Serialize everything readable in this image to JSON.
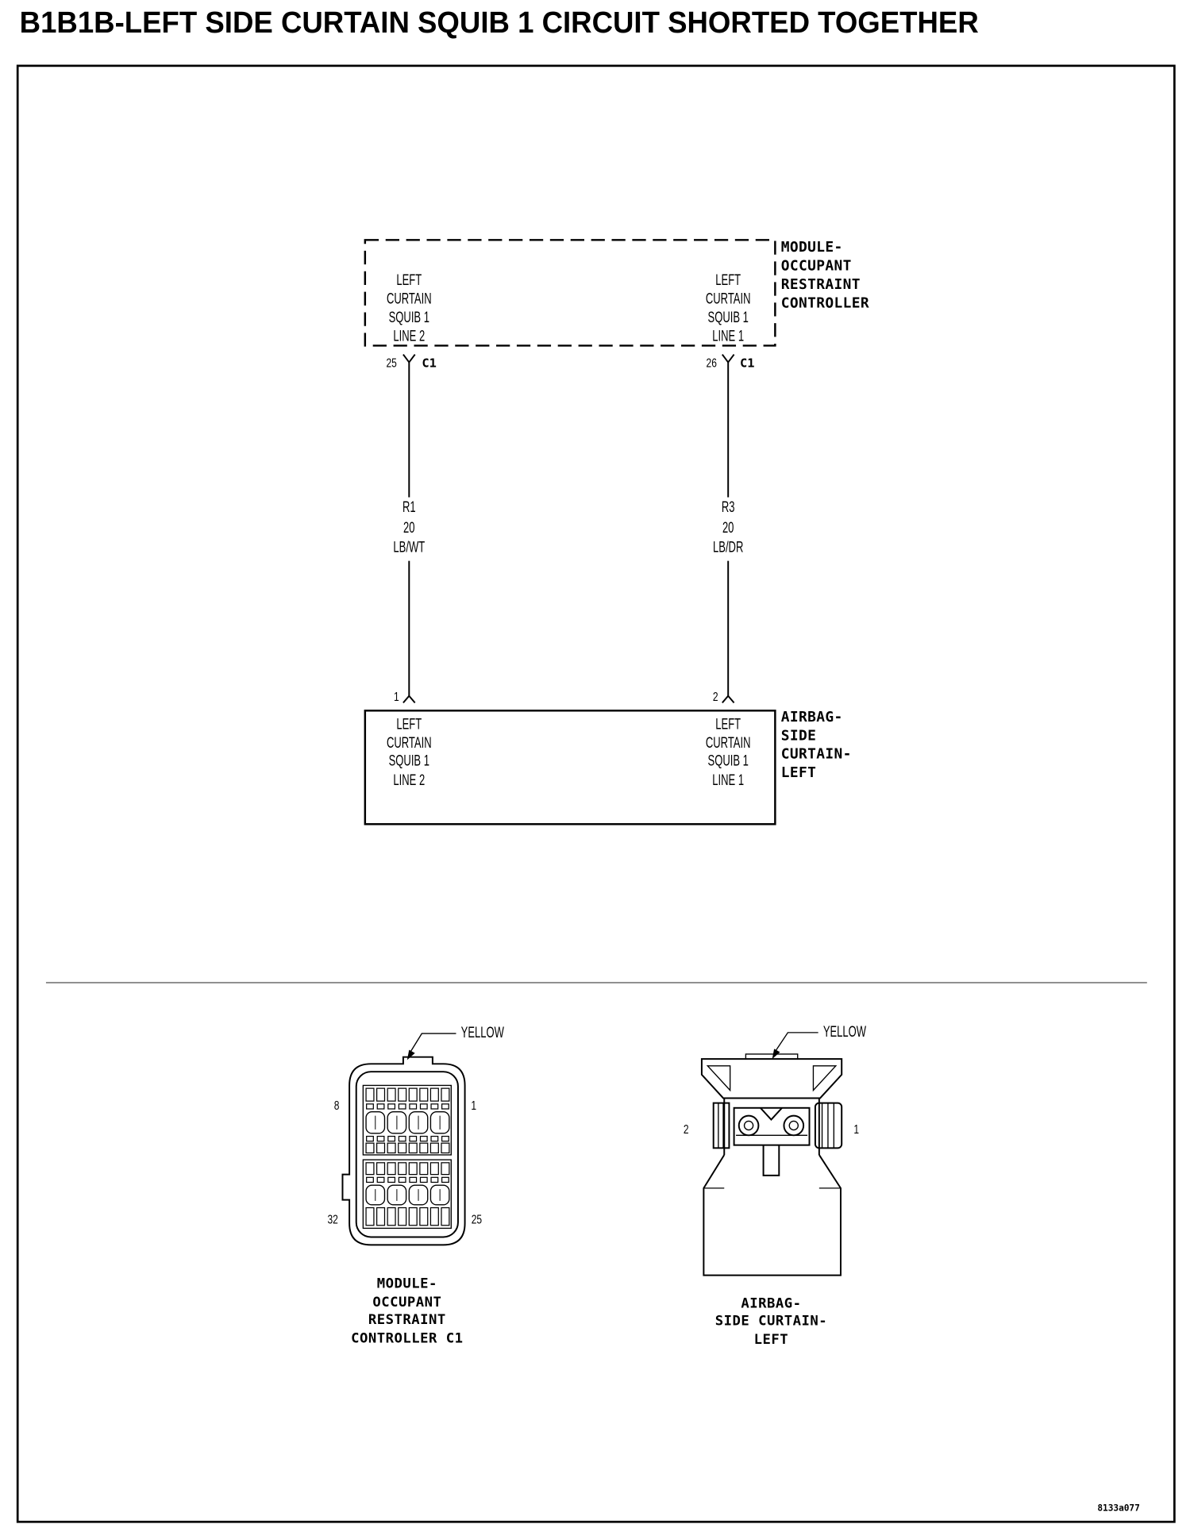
{
  "title": "B1B1B-LEFT SIDE CURTAIN SQUIB 1 CIRCUIT SHORTED TOGETHER",
  "schematic": {
    "controller": {
      "name_lines": [
        "MODULE-",
        "OCCUPANT",
        "RESTRAINT",
        "CONTROLLER"
      ],
      "terminals": [
        {
          "lines": [
            "LEFT",
            "CURTAIN",
            "SQUIB 1",
            "LINE 2"
          ],
          "pin": "25",
          "connector": "C1"
        },
        {
          "lines": [
            "LEFT",
            "CURTAIN",
            "SQUIB 1",
            "LINE 1"
          ],
          "pin": "26",
          "connector": "C1"
        }
      ]
    },
    "wires": [
      {
        "circuit": "R1",
        "gauge": "20",
        "color": "LB/WT"
      },
      {
        "circuit": "R3",
        "gauge": "20",
        "color": "LB/DR"
      }
    ],
    "airbag": {
      "name_lines": [
        "AIRBAG-",
        "SIDE",
        "CURTAIN-",
        "LEFT"
      ],
      "terminals": [
        {
          "lines": [
            "LEFT",
            "CURTAIN",
            "SQUIB 1",
            "LINE 2"
          ],
          "pin": "1"
        },
        {
          "lines": [
            "LEFT",
            "CURTAIN",
            "SQUIB 1",
            "LINE 1"
          ],
          "pin": "2"
        }
      ]
    }
  },
  "connector_views": {
    "controller_c1": {
      "color_callout": "YELLOW",
      "pins": {
        "top_left": "8",
        "top_right": "1",
        "bottom_left": "32",
        "bottom_right": "25"
      },
      "caption_lines": [
        "MODULE-",
        "OCCUPANT",
        "RESTRAINT",
        "CONTROLLER C1"
      ]
    },
    "airbag": {
      "color_callout": "YELLOW",
      "pins": {
        "left": "2",
        "right": "1"
      },
      "caption_lines": [
        "AIRBAG-",
        "SIDE CURTAIN-",
        "LEFT"
      ]
    }
  },
  "figure_id": "8133a077"
}
